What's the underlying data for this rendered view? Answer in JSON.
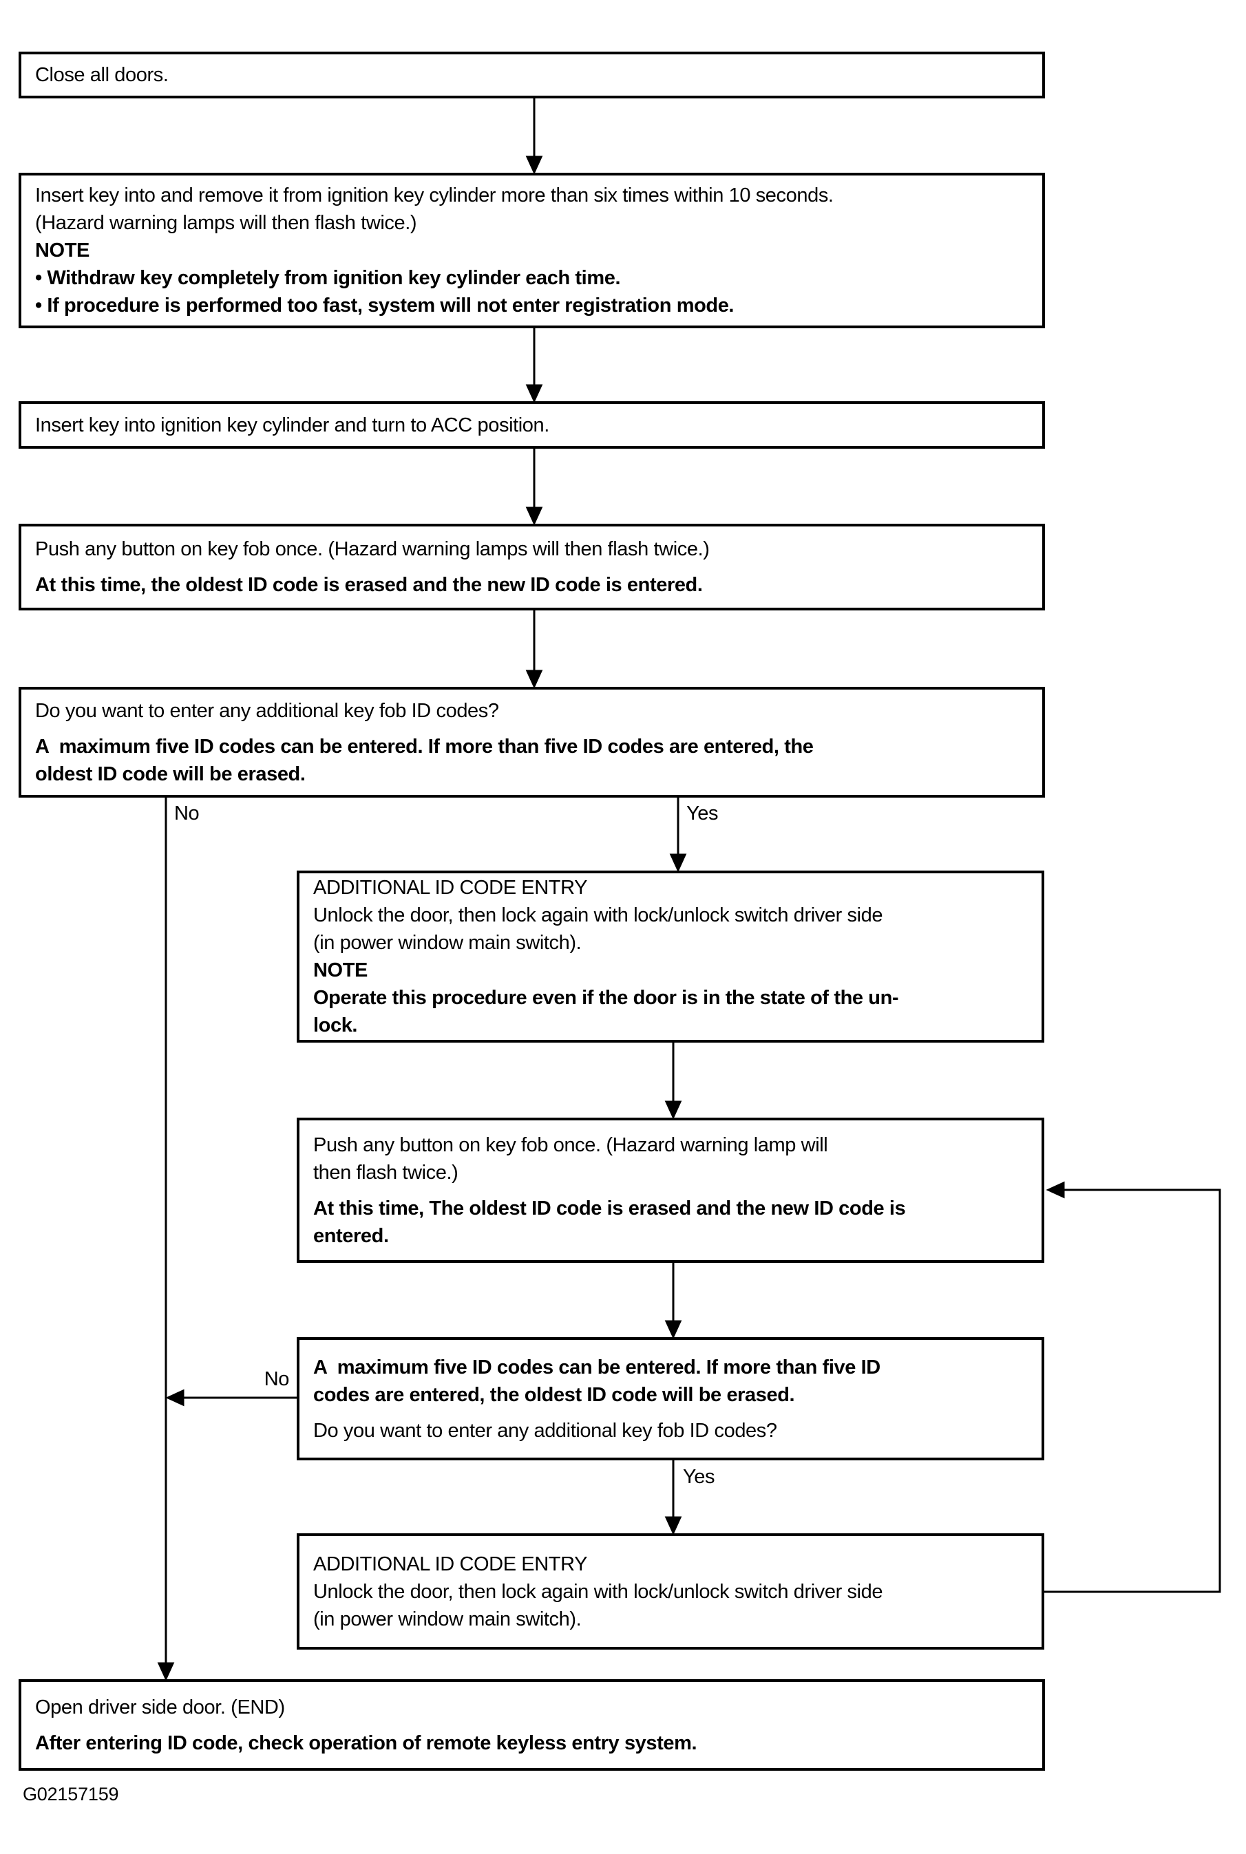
{
  "figure_id": "G02157159",
  "colors": {
    "ink": "#000000",
    "paper": "#ffffff"
  },
  "branch_labels": {
    "no_main": "No",
    "yes_main": "Yes",
    "no_loop": "No",
    "yes_loop": "Yes"
  },
  "boxes": {
    "close_doors": {
      "lines": [
        "Close all doors."
      ]
    },
    "register_mode": {
      "lines": [
        "Insert key into and remove it from ignition key cylinder more than six times within 10 seconds.",
        "(Hazard warning lamps will then flash twice.)",
        "NOTE",
        "• Withdraw key completely from ignition key cylinder each time.",
        "• If procedure is performed too fast, system will not enter registration mode."
      ]
    },
    "key_acc": {
      "lines": [
        "Insert key into ignition key cylinder and turn to ACC position."
      ]
    },
    "push_fob_first": {
      "lines": [
        "Push any button on key fob once. (Hazard warning lamps will then flash twice.)",
        "At this time, the oldest ID code is erased and the new ID code is entered."
      ]
    },
    "more_codes_q1": {
      "lines": [
        "Do you want to enter any additional key fob ID codes?",
        "A  maximum five ID codes can be entered. If more than five ID codes are entered, the",
        "oldest ID code will be erased."
      ]
    },
    "id_entry_1": {
      "lines": [
        "ADDITIONAL ID CODE ENTRY",
        "Unlock the door, then lock again with lock/unlock switch driver side",
        "(in power window main switch).",
        "NOTE",
        "Operate this procedure even if the door is in the state of the un-",
        "lock."
      ]
    },
    "push_fob_loop": {
      "lines": [
        "Push any button on key fob once. (Hazard warning lamp will",
        "then flash twice.)",
        "At this time, The oldest ID code is erased and the new ID code is",
        "entered."
      ]
    },
    "more_codes_q2": {
      "lines": [
        "A  maximum five ID codes can be entered. If more than five ID",
        "codes are entered, the oldest ID code will be erased.",
        "Do you want to enter any additional key fob ID codes?"
      ]
    },
    "id_entry_2": {
      "lines": [
        "ADDITIONAL ID CODE ENTRY",
        "Unlock the door, then lock again with lock/unlock switch driver side",
        "(in power window main switch)."
      ]
    },
    "end": {
      "lines": [
        "Open driver side door. (END)",
        "After entering ID code, check operation of remote keyless entry system."
      ]
    }
  }
}
